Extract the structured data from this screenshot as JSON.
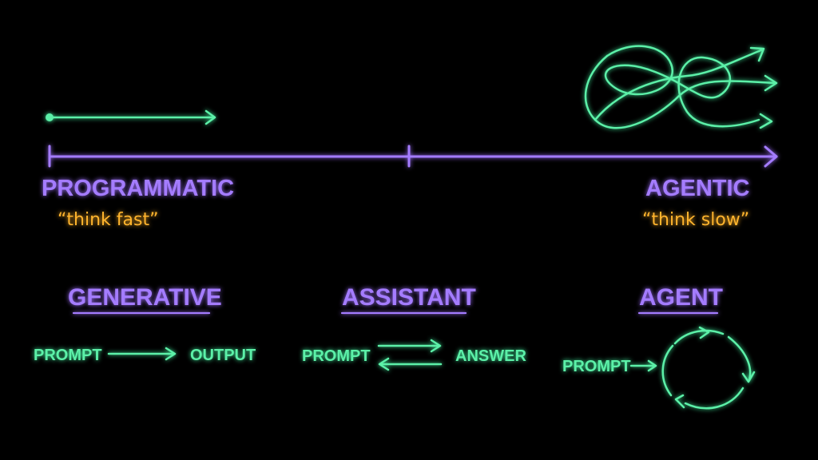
{
  "spectrum": {
    "left_label": "PROGRAMMATIC",
    "left_quote": "“think fast”",
    "right_label": "AGENTIC",
    "right_quote": "“think slow”"
  },
  "modes": [
    {
      "title": "GENERATIVE",
      "input": "PROMPT",
      "output": "OUTPUT"
    },
    {
      "title": "ASSISTANT",
      "input": "PROMPT",
      "output": "ANSWER"
    },
    {
      "title": "AGENT",
      "input": "PROMPT"
    }
  ],
  "colors": {
    "purple": "#a47cff",
    "green": "#5cf0a8",
    "orange": "#ffb42e",
    "background": "#000000"
  }
}
